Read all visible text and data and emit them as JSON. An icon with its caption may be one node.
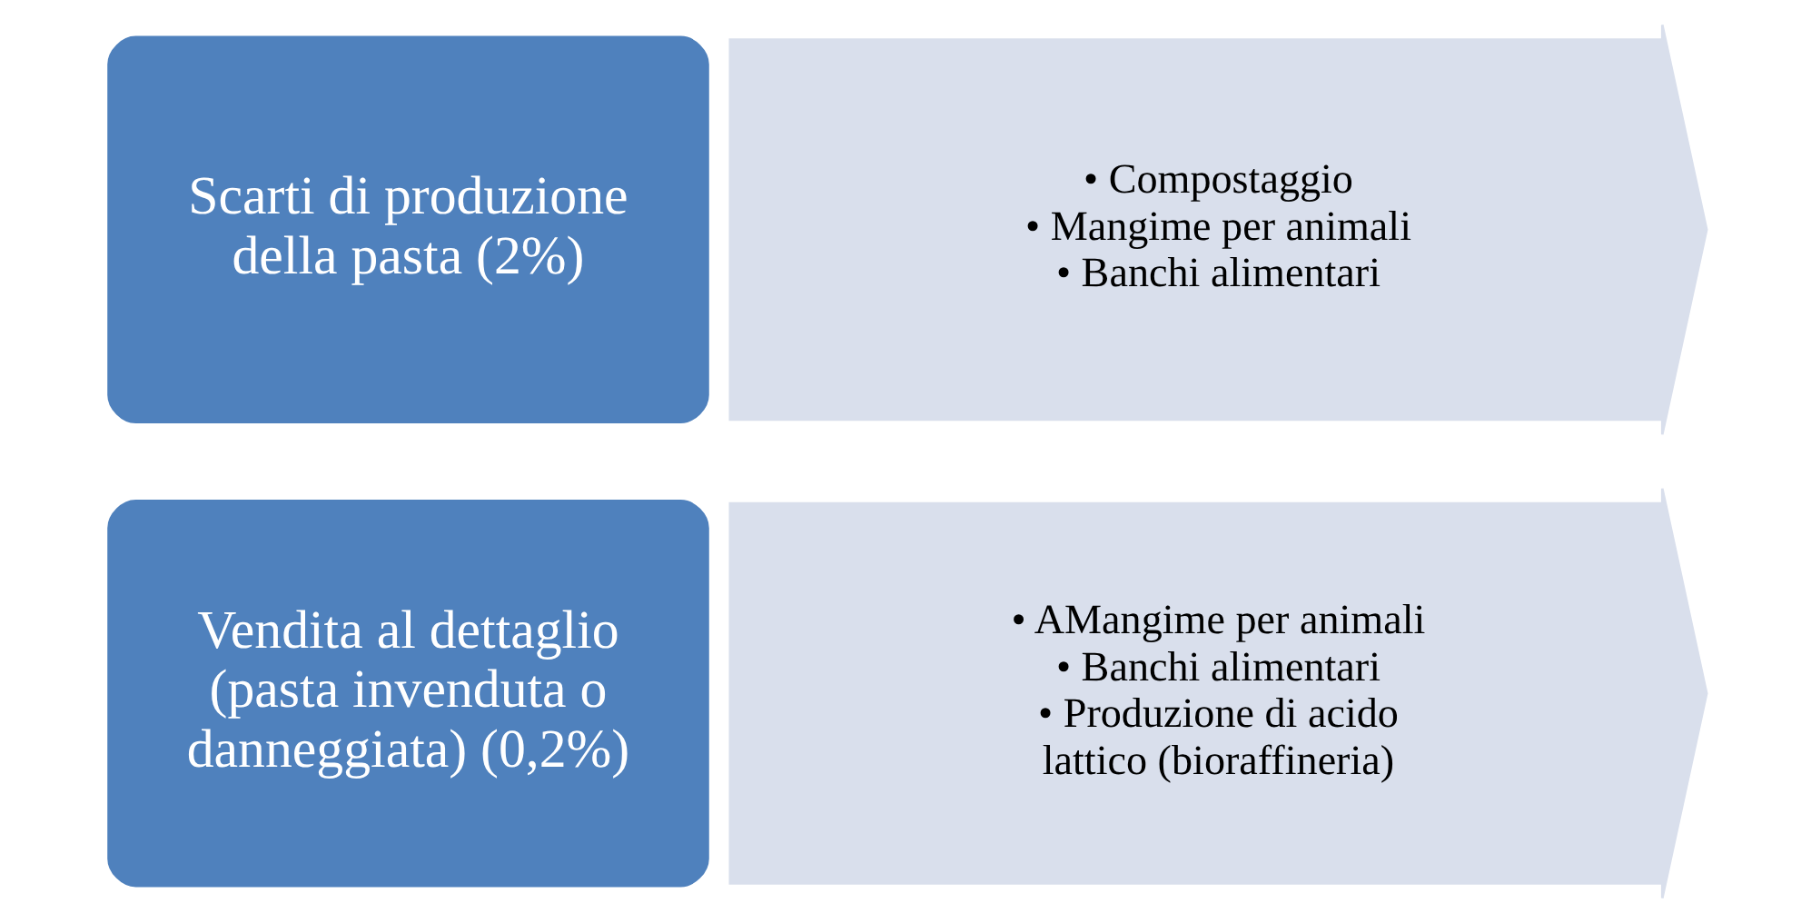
{
  "diagram": {
    "nodes": [
      {
        "text": [
          "Scarti di produzione della pasta (2%)"
        ]
      },
      {
        "text": [
          "• Compostaggio",
          "• Mangime per animali",
          "• Banchi alimentari"
        ]
      },
      {
        "text": [
          "Vendita al dettaglio (pasta invenduta o danneggiata) (0,2%)"
        ]
      },
      {
        "text": [
          "• AMangime per animali",
          "• Banchi alimentari",
          "• Produzione di acido lattico (bioraffineria)"
        ]
      }
    ],
    "edges": []
  }
}
